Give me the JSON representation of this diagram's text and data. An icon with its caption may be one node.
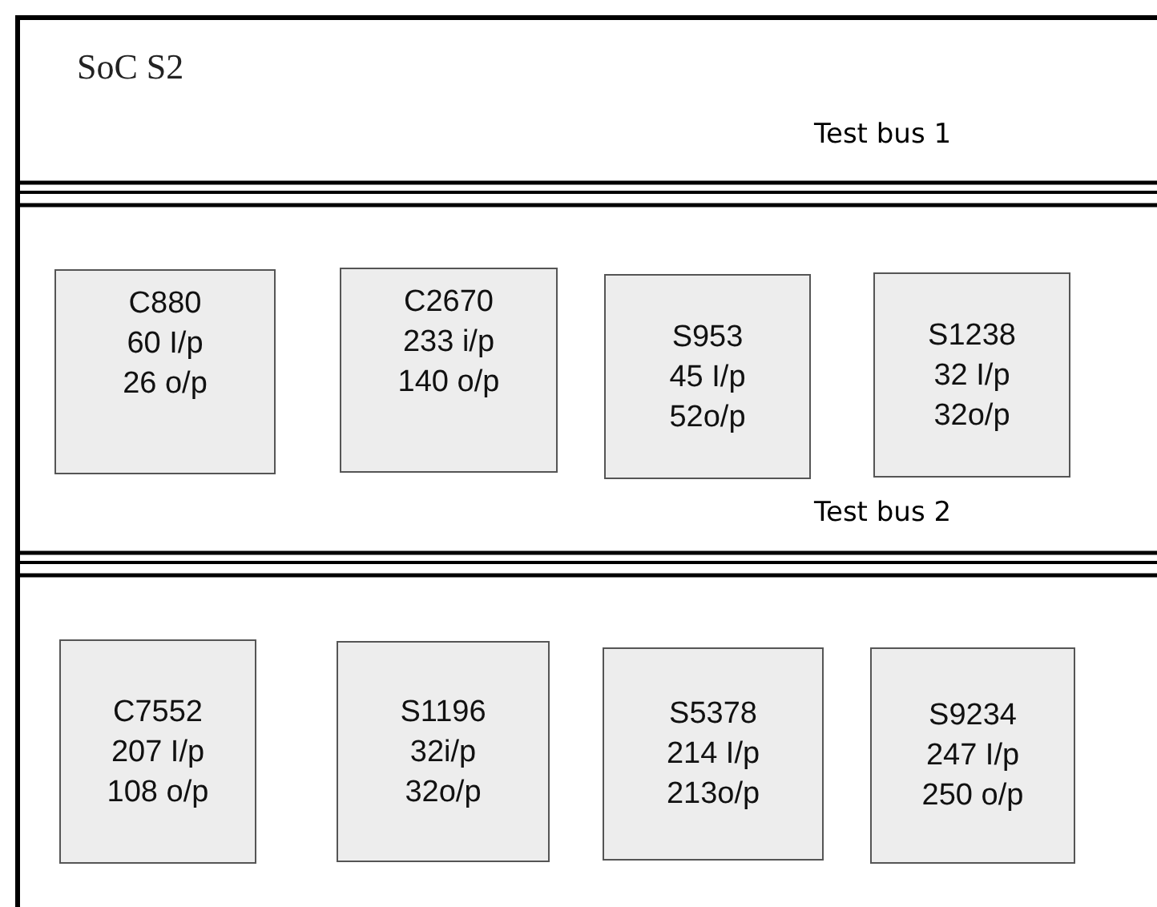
{
  "diagram": {
    "title": "SoC S2",
    "nodes": [
      {
        "text": [
          "C880",
          "60 I/p",
          "26 o/p"
        ]
      },
      {
        "text": [
          "C2670",
          "233 i/p",
          "140 o/p"
        ]
      },
      {
        "text": [
          "S953",
          "45 I/p",
          "52o/p"
        ]
      },
      {
        "text": [
          "S1238",
          "32 I/p",
          "32o/p"
        ]
      },
      {
        "text": [
          "C7552",
          "207 I/p",
          "108 o/p"
        ]
      },
      {
        "text": [
          "S1196",
          "32i/p",
          "32o/p"
        ]
      },
      {
        "text": [
          "S5378",
          "214 I/p",
          "213o/p"
        ]
      },
      {
        "text": [
          "S9234",
          "247 I/p",
          "250 o/p"
        ]
      }
    ],
    "labels": [
      "Test bus 1",
      "Test bus 2"
    ]
  }
}
